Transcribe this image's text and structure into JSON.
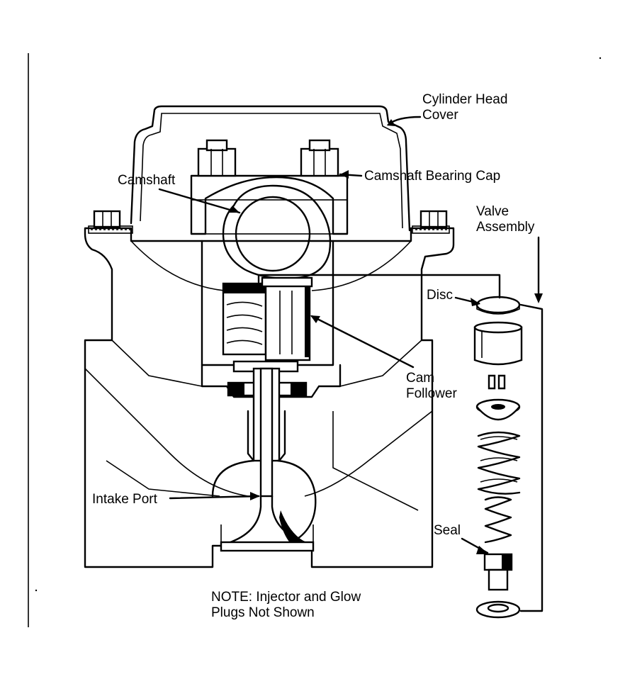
{
  "labels": {
    "cylinder_head_cover": [
      "Cylinder Head",
      "Cover"
    ],
    "camshaft": "Camshaft",
    "camshaft_bearing_cap": "Camshaft Bearing Cap",
    "valve_assembly": [
      "Valve",
      "Assembly"
    ],
    "disc": "Disc",
    "cam_follower": [
      "Cam",
      "Follower"
    ],
    "intake_port": "Intake Port",
    "seal": "Seal",
    "note": [
      "NOTE: Injector and Glow",
      "Plugs Not Shown"
    ]
  },
  "colors": {
    "ink": "#000000",
    "paper": "#ffffff"
  }
}
